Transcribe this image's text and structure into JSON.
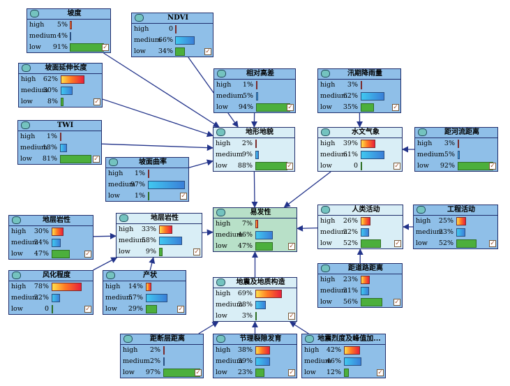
{
  "colors": {
    "input_node": "#8fbfe8",
    "intermediate_node": "#d9eef6",
    "target_node": "#b8e0c8",
    "edge": "#22338a",
    "bar_high": "#e8203a",
    "bar_medium": "#3a7fd8",
    "bar_low": "#4caf3c"
  },
  "icons": {
    "node_icon": "octagon-node-icon",
    "check_icon": "checkmark-icon"
  },
  "nodes": {
    "podu": {
      "title": "坡度",
      "kind": "input",
      "states": [
        {
          "label": "high",
          "pct": "5%",
          "value": 0.05
        },
        {
          "label": "medium",
          "pct": "4%",
          "value": 0.04
        },
        {
          "label": "low",
          "pct": "91%",
          "value": 0.91
        }
      ]
    },
    "ndvi": {
      "title": "NDVI",
      "kind": "input",
      "states": [
        {
          "label": "high",
          "pct": "0",
          "value": 0.0
        },
        {
          "label": "medium",
          "pct": "66%",
          "value": 0.66
        },
        {
          "label": "low",
          "pct": "34%",
          "value": 0.34
        }
      ]
    },
    "pomian": {
      "title": "坡面延伸长度",
      "kind": "input",
      "states": [
        {
          "label": "high",
          "pct": "62%",
          "value": 0.62
        },
        {
          "label": "medium",
          "pct": "30%",
          "value": 0.3
        },
        {
          "label": "low",
          "pct": "8%",
          "value": 0.08
        }
      ]
    },
    "xiangdui": {
      "title": "相对高差",
      "kind": "input",
      "states": [
        {
          "label": "high",
          "pct": "1%",
          "value": 0.01
        },
        {
          "label": "medium",
          "pct": "5%",
          "value": 0.05
        },
        {
          "label": "low",
          "pct": "94%",
          "value": 0.94
        }
      ]
    },
    "xunqi": {
      "title": "汛期降雨量",
      "kind": "input",
      "states": [
        {
          "label": "high",
          "pct": "3%",
          "value": 0.03
        },
        {
          "label": "medium",
          "pct": "62%",
          "value": 0.62
        },
        {
          "label": "low",
          "pct": "35%",
          "value": 0.35
        }
      ]
    },
    "twi": {
      "title": "TWI",
      "kind": "input",
      "states": [
        {
          "label": "high",
          "pct": "1%",
          "value": 0.01
        },
        {
          "label": "medium",
          "pct": "18%",
          "value": 0.18
        },
        {
          "label": "low",
          "pct": "81%",
          "value": 0.81
        }
      ]
    },
    "dixing": {
      "title": "地形地貌",
      "kind": "mid",
      "states": [
        {
          "label": "high",
          "pct": "2%",
          "value": 0.02
        },
        {
          "label": "medium",
          "pct": "9%",
          "value": 0.09
        },
        {
          "label": "low",
          "pct": "88%",
          "value": 0.88
        }
      ]
    },
    "shuiwen": {
      "title": "水文气象",
      "kind": "mid",
      "states": [
        {
          "label": "high",
          "pct": "39%",
          "value": 0.39
        },
        {
          "label": "medium",
          "pct": "61%",
          "value": 0.61
        },
        {
          "label": "low",
          "pct": "0",
          "value": 0.0
        }
      ]
    },
    "juhe": {
      "title": "距河流距离",
      "kind": "input",
      "states": [
        {
          "label": "high",
          "pct": "3%",
          "value": 0.03
        },
        {
          "label": "medium",
          "pct": "5%",
          "value": 0.05
        },
        {
          "label": "low",
          "pct": "92%",
          "value": 0.92
        }
      ]
    },
    "qulv": {
      "title": "坡面曲率",
      "kind": "input",
      "states": [
        {
          "label": "high",
          "pct": "1%",
          "value": 0.01
        },
        {
          "label": "medium",
          "pct": "97%",
          "value": 0.97
        },
        {
          "label": "low",
          "pct": "1%",
          "value": 0.01
        }
      ]
    },
    "dicengA": {
      "title": "地层岩性",
      "kind": "input",
      "states": [
        {
          "label": "high",
          "pct": "30%",
          "value": 0.3
        },
        {
          "label": "medium",
          "pct": "24%",
          "value": 0.24
        },
        {
          "label": "low",
          "pct": "47%",
          "value": 0.47
        }
      ]
    },
    "dicengB": {
      "title": "地层岩性",
      "kind": "mid",
      "states": [
        {
          "label": "high",
          "pct": "33%",
          "value": 0.33
        },
        {
          "label": "medium",
          "pct": "58%",
          "value": 0.58
        },
        {
          "label": "low",
          "pct": "9%",
          "value": 0.09
        }
      ]
    },
    "yifa": {
      "title": "易发性",
      "kind": "target",
      "states": [
        {
          "label": "high",
          "pct": "7%",
          "value": 0.07
        },
        {
          "label": "medium",
          "pct": "46%",
          "value": 0.46
        },
        {
          "label": "low",
          "pct": "47%",
          "value": 0.47
        }
      ]
    },
    "renlei": {
      "title": "人类活动",
      "kind": "mid",
      "states": [
        {
          "label": "high",
          "pct": "26%",
          "value": 0.26
        },
        {
          "label": "medium",
          "pct": "22%",
          "value": 0.22
        },
        {
          "label": "low",
          "pct": "52%",
          "value": 0.52
        }
      ]
    },
    "gongcheng": {
      "title": "工程活动",
      "kind": "input",
      "states": [
        {
          "label": "high",
          "pct": "25%",
          "value": 0.25
        },
        {
          "label": "medium",
          "pct": "23%",
          "value": 0.23
        },
        {
          "label": "low",
          "pct": "52%",
          "value": 0.52
        }
      ]
    },
    "fenghua": {
      "title": "风化程度",
      "kind": "input",
      "states": [
        {
          "label": "high",
          "pct": "78%",
          "value": 0.78
        },
        {
          "label": "medium",
          "pct": "22%",
          "value": 0.22
        },
        {
          "label": "low",
          "pct": "0",
          "value": 0.0
        }
      ]
    },
    "chanzhuang": {
      "title": "产状",
      "kind": "input",
      "states": [
        {
          "label": "high",
          "pct": "14%",
          "value": 0.14
        },
        {
          "label": "medium",
          "pct": "57%",
          "value": 0.57
        },
        {
          "label": "low",
          "pct": "29%",
          "value": 0.29
        }
      ]
    },
    "dizhen": {
      "title": "地震及地质构造",
      "kind": "mid",
      "states": [
        {
          "label": "high",
          "pct": "69%",
          "value": 0.69
        },
        {
          "label": "medium",
          "pct": "28%",
          "value": 0.28
        },
        {
          "label": "low",
          "pct": "3%",
          "value": 0.03
        }
      ]
    },
    "daolu": {
      "title": "距道路距离",
      "kind": "input",
      "states": [
        {
          "label": "high",
          "pct": "23%",
          "value": 0.23
        },
        {
          "label": "medium",
          "pct": "21%",
          "value": 0.21
        },
        {
          "label": "low",
          "pct": "56%",
          "value": 0.56
        }
      ]
    },
    "duanceng": {
      "title": "距断层距离",
      "kind": "input",
      "states": [
        {
          "label": "high",
          "pct": "2%",
          "value": 0.02
        },
        {
          "label": "medium",
          "pct": "2%",
          "value": 0.02
        },
        {
          "label": "low",
          "pct": "97%",
          "value": 0.97
        }
      ]
    },
    "jieli": {
      "title": "节理裂隙发育",
      "kind": "input",
      "states": [
        {
          "label": "high",
          "pct": "38%",
          "value": 0.38
        },
        {
          "label": "medium",
          "pct": "39%",
          "value": 0.39
        },
        {
          "label": "low",
          "pct": "23%",
          "value": 0.23
        }
      ]
    },
    "liedu": {
      "title": "地震烈度及峰值加...",
      "kind": "input",
      "states": [
        {
          "label": "high",
          "pct": "42%",
          "value": 0.42
        },
        {
          "label": "medium",
          "pct": "46%",
          "value": 0.46
        },
        {
          "label": "low",
          "pct": "12%",
          "value": 0.12
        }
      ]
    }
  },
  "edges": [
    {
      "from": "podu",
      "to": "dixing"
    },
    {
      "from": "ndvi",
      "to": "dixing"
    },
    {
      "from": "pomian",
      "to": "dixing"
    },
    {
      "from": "xiangdui",
      "to": "dixing"
    },
    {
      "from": "twi",
      "to": "dixing"
    },
    {
      "from": "qulv",
      "to": "dixing"
    },
    {
      "from": "xunqi",
      "to": "shuiwen"
    },
    {
      "from": "juhe",
      "to": "shuiwen"
    },
    {
      "from": "dixing",
      "to": "yifa"
    },
    {
      "from": "shuiwen",
      "to": "yifa"
    },
    {
      "from": "dicengA",
      "to": "dicengB"
    },
    {
      "from": "fenghua",
      "to": "dicengB"
    },
    {
      "from": "chanzhuang",
      "to": "dicengB"
    },
    {
      "from": "dicengB",
      "to": "yifa"
    },
    {
      "from": "gongcheng",
      "to": "renlei"
    },
    {
      "from": "daolu",
      "to": "renlei"
    },
    {
      "from": "renlei",
      "to": "yifa"
    },
    {
      "from": "dizhen",
      "to": "yifa"
    },
    {
      "from": "duanceng",
      "to": "dizhen"
    },
    {
      "from": "jieli",
      "to": "dizhen"
    },
    {
      "from": "liedu",
      "to": "dizhen"
    }
  ]
}
